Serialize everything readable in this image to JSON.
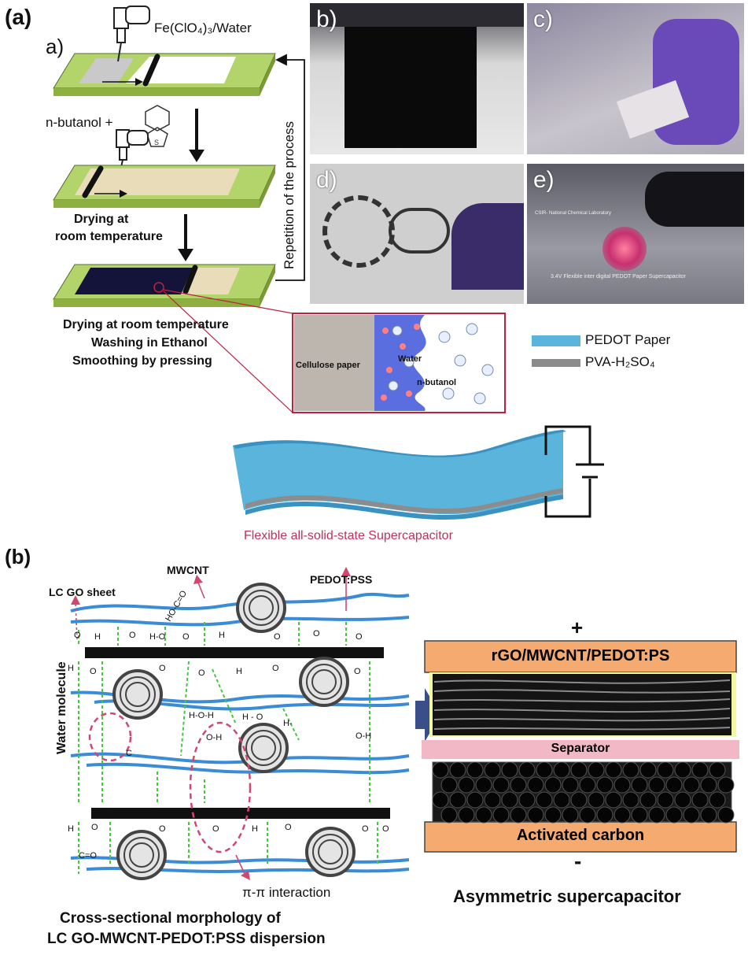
{
  "panel_a": {
    "label": "(a)",
    "sub_a": "a)",
    "reagent1": "Fe(ClO₄)₃/Water",
    "reagent2": "n-butanol +",
    "drying1_line1": "Drying at",
    "drying1_line2": "room temperature",
    "repetition": "Repetition of the process",
    "post_steps": [
      "Drying at room temperature",
      "Washing in Ethanol",
      "Smoothing by pressing"
    ],
    "photos": [
      {
        "label": "b)"
      },
      {
        "label": "c)"
      },
      {
        "label": "d)"
      },
      {
        "label": "e)",
        "caption_top": "CSIR- National Chemical Laboratory",
        "caption_bottom": "3.4V Flexible inter digital PEDOT Paper Supercapacitor"
      }
    ],
    "inset": {
      "cellulose": "Cellulose paper",
      "water": "Water",
      "butanol": "n-butanol"
    },
    "legend": [
      {
        "label": "PEDOT Paper",
        "color": "#5ab4dc"
      },
      {
        "label": "PVA-H₂SO₄",
        "color": "#8c8c8c"
      }
    ],
    "device_caption": "Flexible all-solid-state Supercapacitor"
  },
  "panel_b": {
    "label": "(b)",
    "mwcnt": "MWCNT",
    "lcgo": "LC GO sheet",
    "pedot": "PEDOT:PSS",
    "water_molecule": "Water molecule",
    "pi_interaction": "π-π interaction",
    "caption_line1": "Cross-sectional morphology of",
    "caption_line2": "LC GO-MWCNT-PEDOT:PSS dispersion",
    "device": {
      "plus": "+",
      "top_electrode": "rGO/MWCNT/PEDOT:PS",
      "separator": "Separator",
      "bottom_electrode": "Activated carbon",
      "minus": "-",
      "title": "Asymmetric supercapacitor"
    }
  }
}
